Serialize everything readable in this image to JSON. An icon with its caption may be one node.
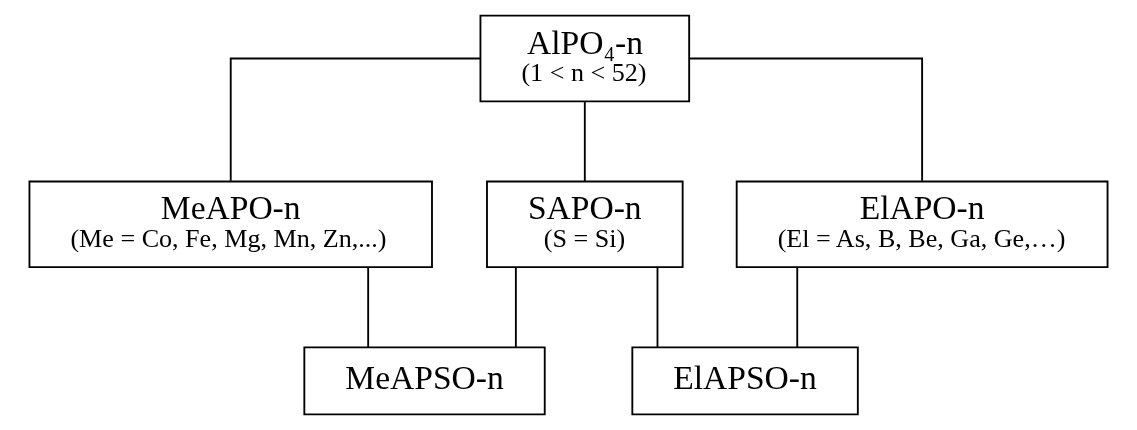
{
  "diagram": {
    "nodes": [
      {
        "text": [
          "AlPO₄-n",
          "(1 < n < 52)"
        ]
      },
      {
        "text": [
          "MeAPO-n",
          "(Me = Co, Fe, Mg, Mn, Zn,...)"
        ]
      },
      {
        "text": [
          "SAPO-n",
          "(S = Si)"
        ]
      },
      {
        "text": [
          "ElAPO-n",
          "(El = As, B, Be, Ga, Ge,…)"
        ]
      },
      {
        "text": [
          "MeAPSO-n"
        ]
      },
      {
        "text": [
          "ElAPSO-n"
        ]
      }
    ],
    "edges": [
      {
        "from": 0,
        "to": 1,
        "arrow": "none"
      },
      {
        "from": 0,
        "to": 2,
        "arrow": "none"
      },
      {
        "from": 0,
        "to": 3,
        "arrow": "none"
      },
      {
        "from": 1,
        "to": 4,
        "arrow": "none"
      },
      {
        "from": 2,
        "to": 4,
        "arrow": "none"
      },
      {
        "from": 2,
        "to": 5,
        "arrow": "none"
      },
      {
        "from": 3,
        "to": 5,
        "arrow": "none"
      }
    ]
  }
}
